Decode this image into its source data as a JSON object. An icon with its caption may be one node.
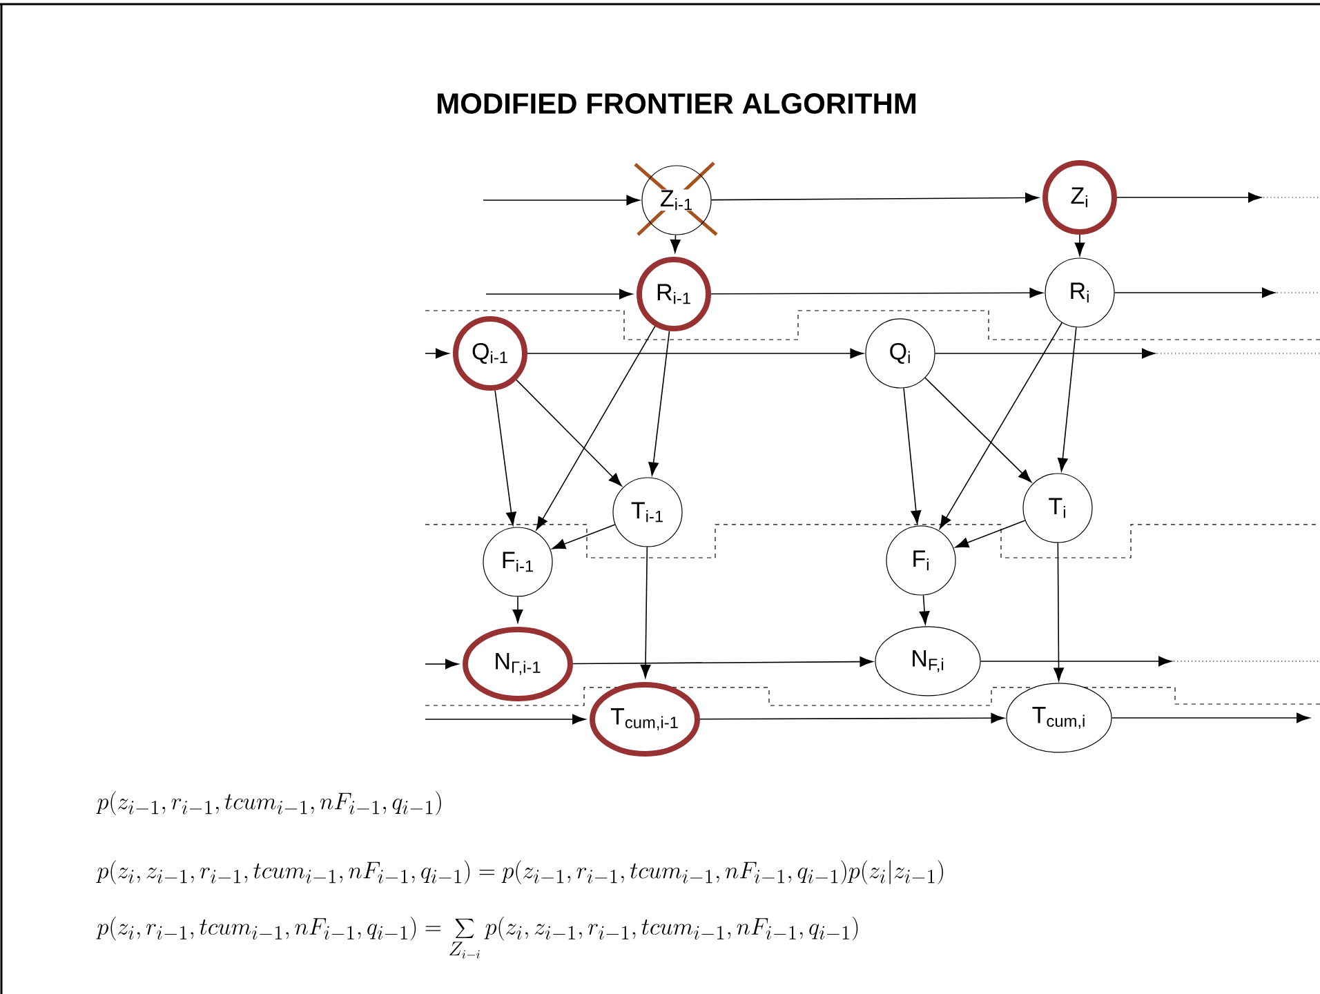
{
  "diagram": {
    "title": "MODIFIED FRONTIER ALGORITHM",
    "nodes": [
      {
        "text": [
          "Z$_{i-1}$"
        ]
      },
      {
        "text": [
          "Z$_{i}$"
        ]
      },
      {
        "text": [
          "R$_{i-1}$"
        ]
      },
      {
        "text": [
          "R$_{i}$"
        ]
      },
      {
        "text": [
          "Q$_{i-1}$"
        ]
      },
      {
        "text": [
          "Q$_{i}$"
        ]
      },
      {
        "text": [
          "T$_{i-1}$"
        ]
      },
      {
        "text": [
          "T$_{i}$"
        ]
      },
      {
        "text": [
          "F$_{i-1}$"
        ]
      },
      {
        "text": [
          "F$_{i}$"
        ]
      },
      {
        "text": [
          "N$_{Γ,i-1}$"
        ]
      },
      {
        "text": [
          "N$_{F,i}$"
        ]
      },
      {
        "text": [
          "T$_{cum,i-1}$"
        ]
      },
      {
        "text": [
          "T$_{cum,i}$"
        ]
      }
    ],
    "edges": [
      {
        "from": null,
        "to": 0,
        "arrow": "to"
      },
      {
        "from": 0,
        "to": 1,
        "arrow": "to"
      },
      {
        "from": 1,
        "to": null,
        "arrow": "to"
      },
      {
        "from": 0,
        "to": 2,
        "arrow": "to"
      },
      {
        "from": 1,
        "to": 3,
        "arrow": "to"
      },
      {
        "from": null,
        "to": 2,
        "arrow": "to"
      },
      {
        "from": 2,
        "to": 3,
        "arrow": "to"
      },
      {
        "from": 3,
        "to": null,
        "arrow": "to"
      },
      {
        "from": null,
        "to": 4,
        "arrow": "to"
      },
      {
        "from": 4,
        "to": 5,
        "arrow": "to"
      },
      {
        "from": 5,
        "to": null,
        "arrow": "to"
      },
      {
        "from": 4,
        "to": 8,
        "arrow": "to"
      },
      {
        "from": 4,
        "to": 6,
        "arrow": "to"
      },
      {
        "from": 2,
        "to": 8,
        "arrow": "to"
      },
      {
        "from": 2,
        "to": 6,
        "arrow": "to"
      },
      {
        "from": 6,
        "to": 8,
        "arrow": "to"
      },
      {
        "from": 8,
        "to": 10,
        "arrow": "to"
      },
      {
        "from": 6,
        "to": 12,
        "arrow": "to"
      },
      {
        "from": 5,
        "to": 9,
        "arrow": "to"
      },
      {
        "from": 5,
        "to": 7,
        "arrow": "to"
      },
      {
        "from": 3,
        "to": 9,
        "arrow": "to"
      },
      {
        "from": 3,
        "to": 7,
        "arrow": "to"
      },
      {
        "from": 7,
        "to": 9,
        "arrow": "to"
      },
      {
        "from": 9,
        "to": 11,
        "arrow": "to"
      },
      {
        "from": 7,
        "to": 13,
        "arrow": "to"
      },
      {
        "from": null,
        "to": 10,
        "arrow": "to"
      },
      {
        "from": 10,
        "to": 11,
        "arrow": "to"
      },
      {
        "from": 11,
        "to": null,
        "arrow": "to"
      },
      {
        "from": null,
        "to": 12,
        "arrow": "to"
      },
      {
        "from": 12,
        "to": 13,
        "arrow": "to"
      },
      {
        "from": 13,
        "to": null,
        "arrow": "to"
      }
    ],
    "labels": [
      "p(z_{i-1}, r_{i-1}, tcum_{i-1}, nF_{i-1}, q_{i-1})",
      "p(z_i, z_{i-1}, r_{i-1}, tcum_{i-1}, nF_{i-1}, q_{i-1}) = p(z_{i-1}, r_{i-1}, tcum_{i-1}, nF_{i-1}, q_{i-1}) p(z_i | z_{i-1})",
      "p(z_i, r_{i-1}, tcum_{i-1}, nF_{i-1}, q_{i-1}) = \\sum_{Z_{i-i}} p(z_i, z_{i-1}, r_{i-1}, tcum_{i-1}, nF_{i-1}, q_{i-1})"
    ]
  }
}
